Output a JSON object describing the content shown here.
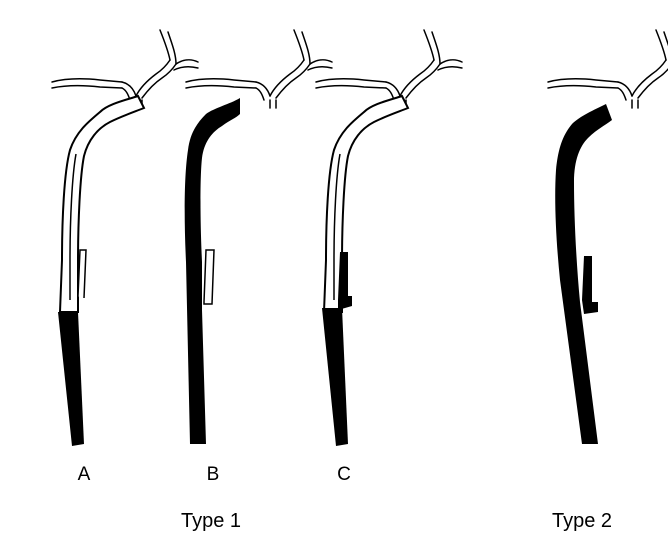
{
  "figure": {
    "vessels": [
      {
        "label": "A",
        "fill_state": "lower segment filled"
      },
      {
        "label": "B",
        "fill_state": "main trunk filled"
      },
      {
        "label": "C",
        "fill_state": "lower segment and stub filled"
      },
      {
        "label": "",
        "fill_state": "entire trunk filled"
      }
    ],
    "groups": [
      {
        "label": "Type 1"
      },
      {
        "label": "Type 2"
      }
    ],
    "colors": {
      "ink": "#000000",
      "paper": "#ffffff"
    }
  }
}
